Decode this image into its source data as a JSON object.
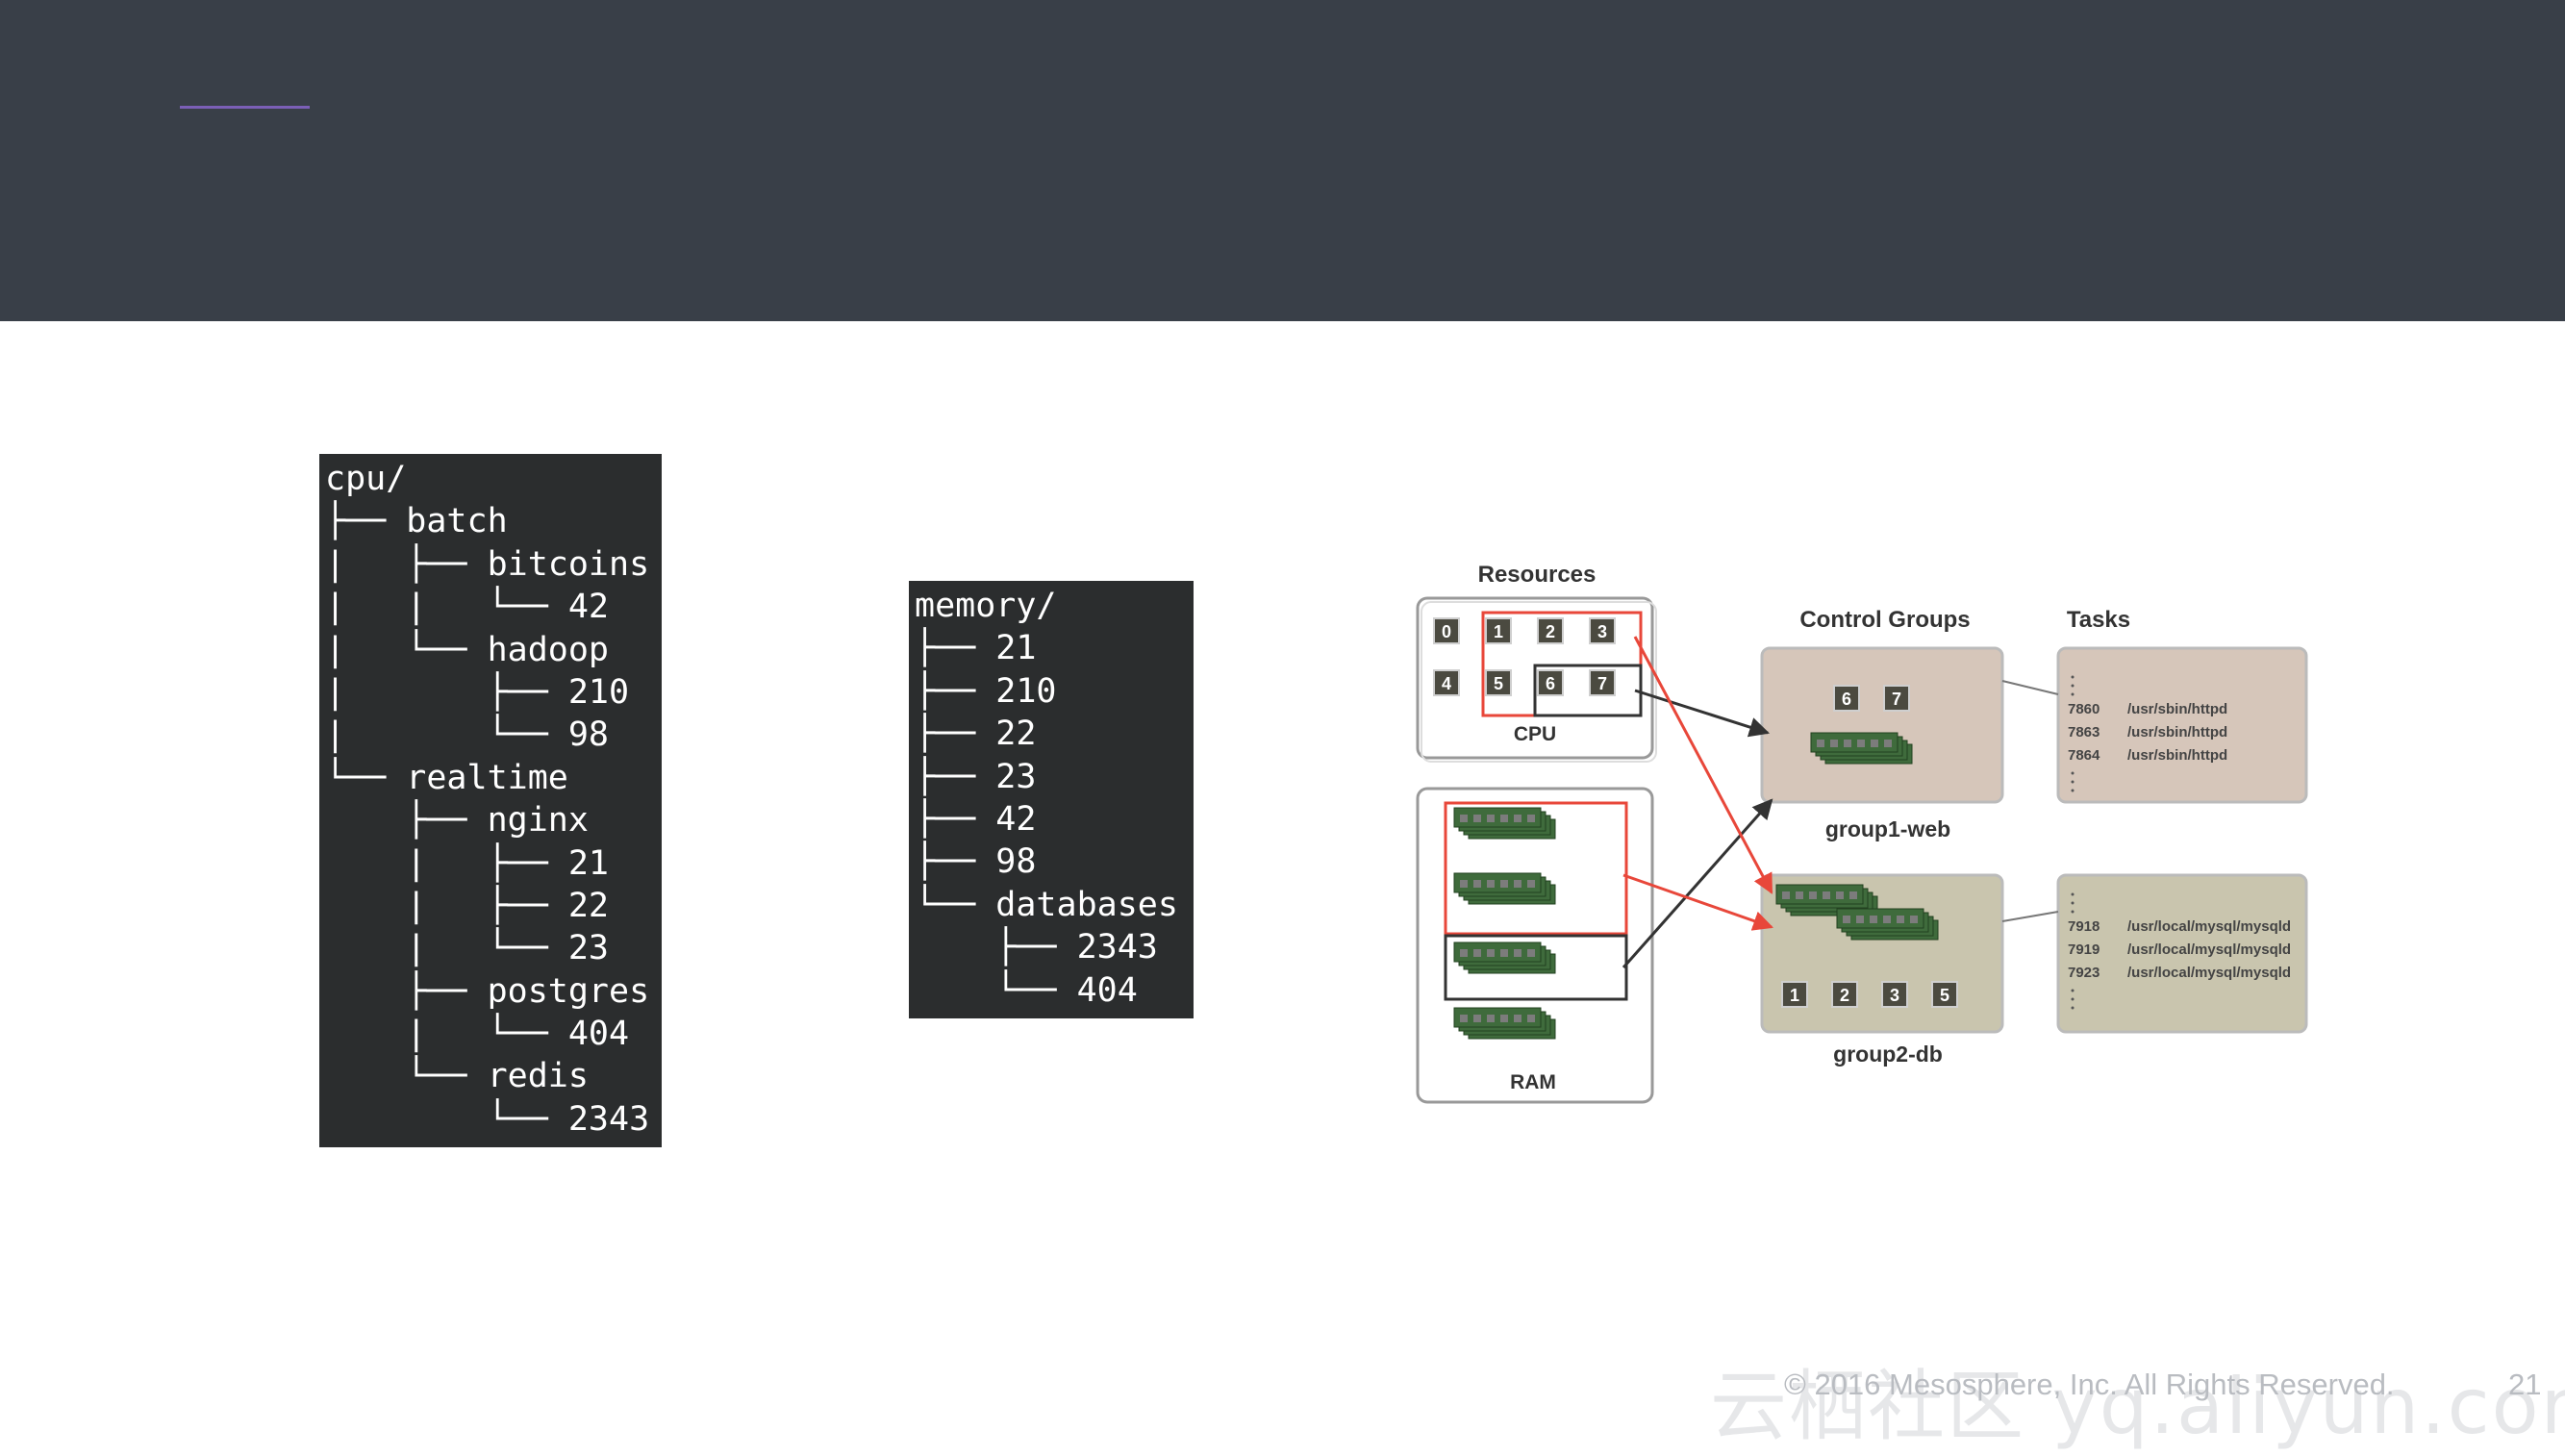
{
  "cpu_tree": [
    "cpu/",
    "├── batch",
    "|   ├── bitcoins",
    "|   |   └── 42",
    "|   └── hadoop",
    "|       ├── 210",
    "|       └── 98",
    "└── realtime",
    "    ├── nginx",
    "    |   ├── 21",
    "    |   ├── 22",
    "    |   └── 23",
    "    ├── postgres",
    "    |   └── 404",
    "    └── redis",
    "        └── 2343"
  ],
  "memory_tree": [
    "memory/",
    "├── 21",
    "├── 210",
    "├── 22",
    "├── 23",
    "├── 42",
    "├── 98",
    "└── databases",
    "    ├── 2343",
    "    └── 404"
  ],
  "diagram": {
    "resources_label": "Resources",
    "control_groups_label": "Control Groups",
    "tasks_label": "Tasks",
    "cpu_label": "CPU",
    "ram_label": "RAM",
    "cpu_cells": [
      "0",
      "1",
      "2",
      "3",
      "4",
      "5",
      "6",
      "7"
    ],
    "group1": {
      "name": "group1-web",
      "cpus": [
        "6",
        "7"
      ],
      "tasks": [
        {
          "pid": "7860",
          "path": "/usr/sbin/httpd"
        },
        {
          "pid": "7863",
          "path": "/usr/sbin/httpd"
        },
        {
          "pid": "7864",
          "path": "/usr/sbin/httpd"
        }
      ]
    },
    "group2": {
      "name": "group2-db",
      "cpus": [
        "1",
        "2",
        "3",
        "5"
      ],
      "tasks": [
        {
          "pid": "7918",
          "path": "/usr/local/mysql/mysqld"
        },
        {
          "pid": "7919",
          "path": "/usr/local/mysql/mysqld"
        },
        {
          "pid": "7923",
          "path": "/usr/local/mysql/mysqld"
        }
      ]
    },
    "colors": {
      "red": "#e8473a",
      "dark": "#333333",
      "panel": "#d6c6ba",
      "panel2": "#c9c5ae",
      "cell": "#4b4a40",
      "ram": "#3f6b3c"
    }
  },
  "footer": {
    "copyright": "© 2016 Mesosphere, Inc. All Rights Reserved.",
    "page": "21"
  },
  "watermark": "云栖社区 yq.aliyun.com"
}
